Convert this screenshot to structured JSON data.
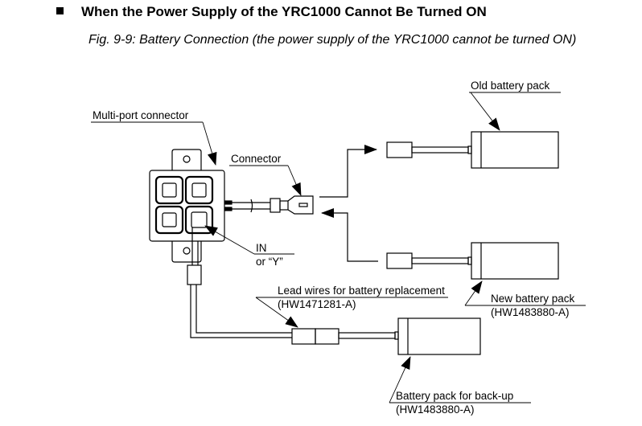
{
  "section": {
    "bullet_icon": "black-square",
    "title": "When the Power Supply of the YRC1000 Cannot Be Turned ON"
  },
  "figure": {
    "caption": "Fig. 9-9: Battery Connection (the power supply of the YRC1000 cannot be turned ON)",
    "labels": {
      "multiport_connector": "Multi-port connector",
      "connector": "Connector",
      "in_line1": "IN",
      "in_line2": "or “Y”",
      "old_battery": "Old battery pack",
      "new_battery": "New battery pack",
      "new_battery_part": "(HW1483880-A)",
      "lead_wires": "Lead wires for battery replacement",
      "lead_wires_part": "(HW1471281-A)",
      "backup_battery": "Battery pack for back-up",
      "backup_battery_part": "(HW1483880-A)"
    }
  }
}
